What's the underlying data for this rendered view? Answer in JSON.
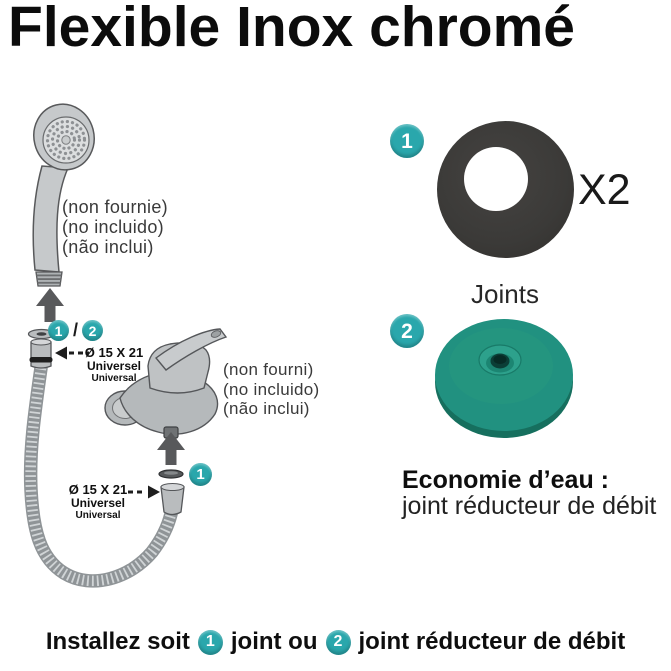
{
  "title": "Flexible Inox chromé",
  "colors": {
    "teal_badge": "#2aa7ac",
    "green_joint": "#219180",
    "black_joint": "#3b3a38"
  },
  "diagram": {
    "shower_head_note": [
      "(non fournie)",
      "(no incluido)",
      "(não inclui)"
    ],
    "faucet_note": [
      "(non fourni)",
      "(no incluido)",
      "(não inclui)"
    ],
    "top_connection": {
      "badge_1": "1",
      "separator": "/",
      "badge_2": "2",
      "size": "Ø 15 X 21",
      "universal_fr": "Universel",
      "universal_en": "Universal"
    },
    "bottom_connection": {
      "badge_1": "1",
      "size": "Ø 15 X 21",
      "universal_fr": "Universel",
      "universal_en": "Universal"
    }
  },
  "parts": {
    "black_joint": {
      "badge": "1",
      "quantity": "X2",
      "label": "Joints"
    },
    "green_joint": {
      "badge": "2",
      "heading": "Economie d’eau :",
      "description": "joint réducteur de débit"
    }
  },
  "footer": {
    "text_start": "Installez soit",
    "badge_1": "1",
    "text_middle": "joint ou",
    "badge_2": "2",
    "text_end": "joint réducteur de débit"
  }
}
